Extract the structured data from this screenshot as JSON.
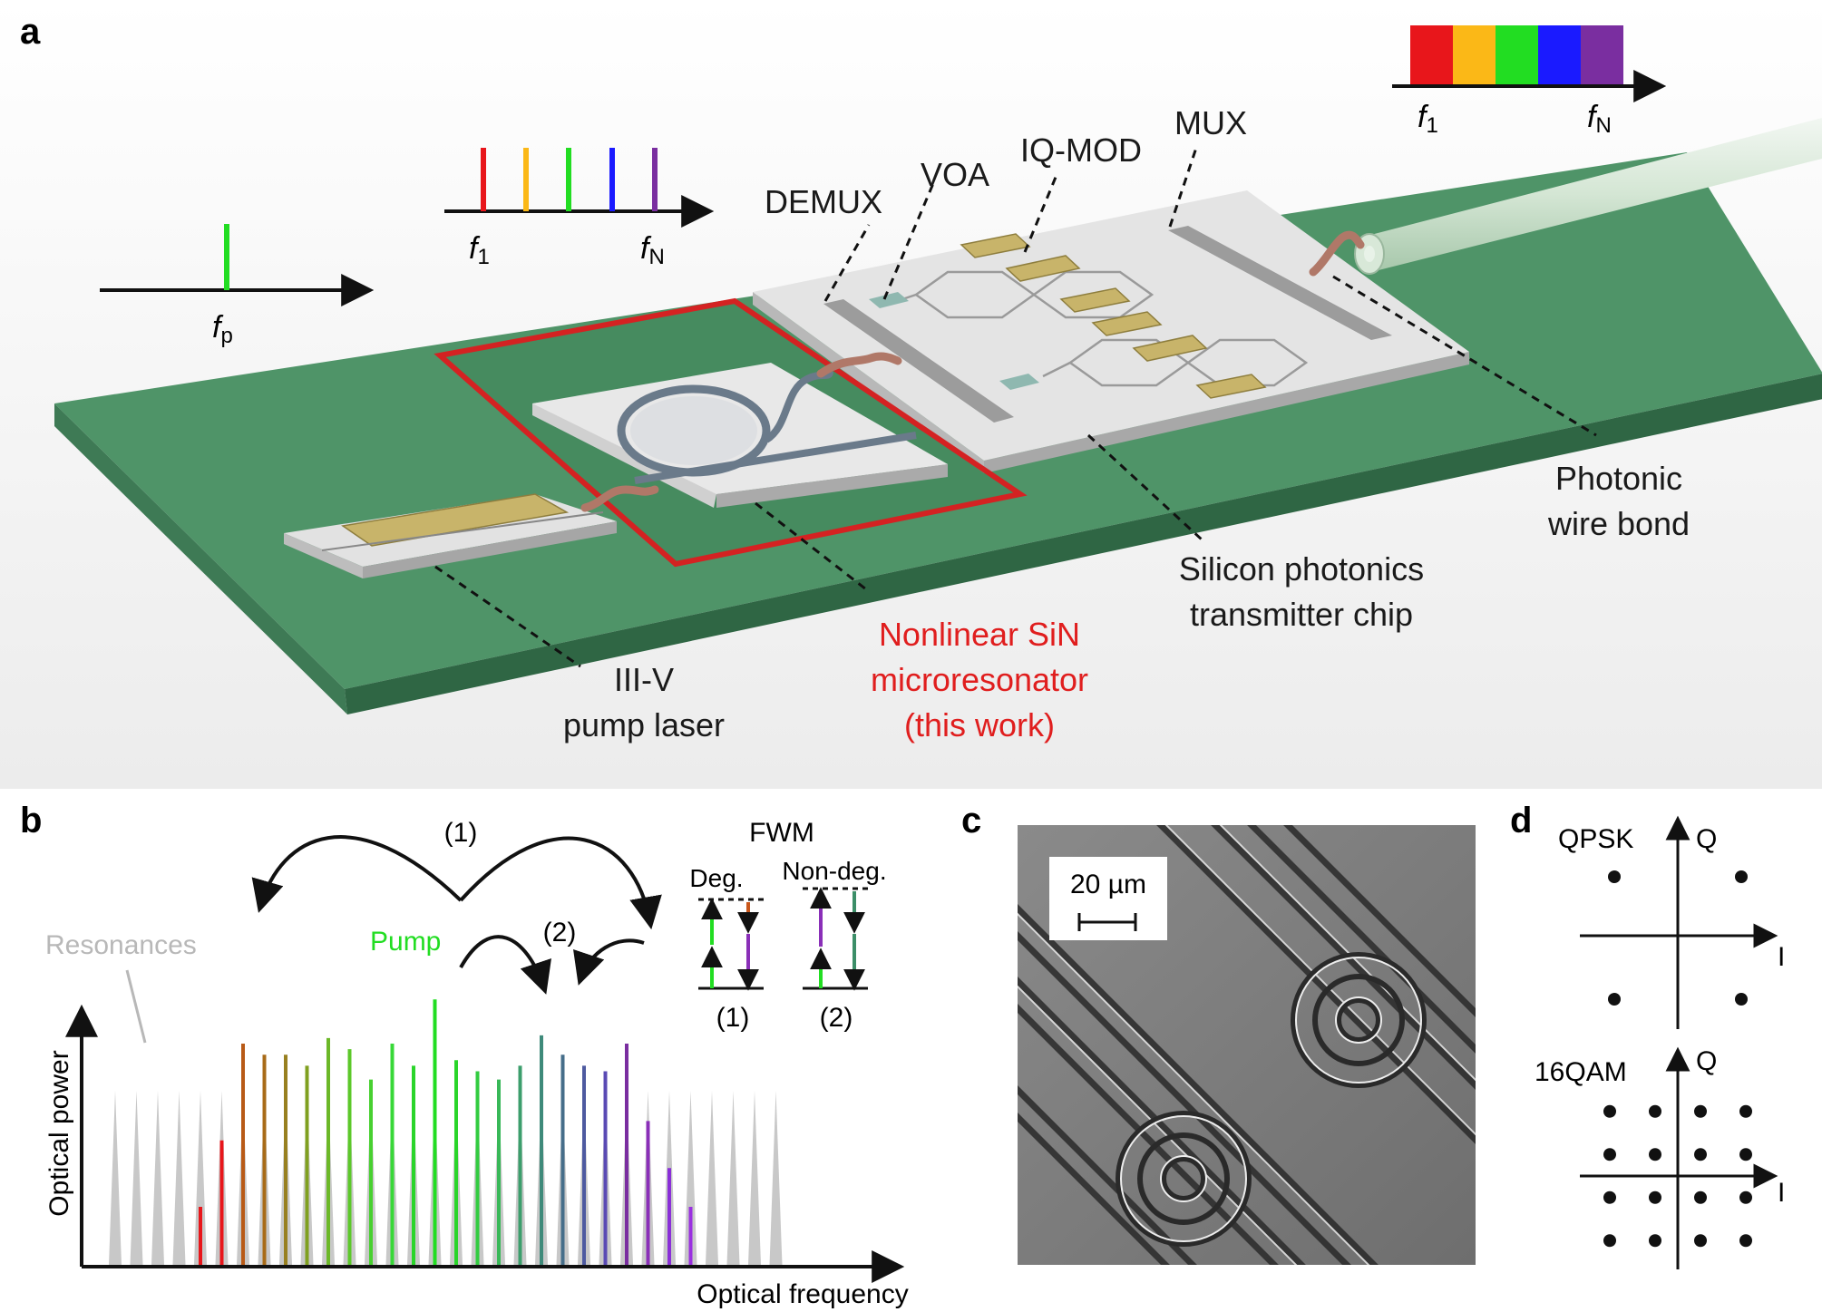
{
  "panel_letters": {
    "a": "a",
    "b": "b",
    "c": "c",
    "d": "d"
  },
  "panel_a": {
    "pump_spectrum_label": "f",
    "pump_spectrum_sub": "p",
    "comb_label_1": "f",
    "comb_label_1_sub": "1",
    "comb_label_N": "f",
    "comb_label_N_sub": "N",
    "out_label_1": "f",
    "out_label_1_sub": "1",
    "out_label_N": "f",
    "out_label_N_sub": "N",
    "demux": "DEMUX",
    "voa": "VOA",
    "iq_mod": "IQ-MOD",
    "mux": "MUX",
    "photonic_wire_bond_1": "Photonic",
    "photonic_wire_bond_2": "wire bond",
    "si_chip_1": "Silicon photonics",
    "si_chip_2": "transmitter chip",
    "sin_1": "Nonlinear SiN",
    "sin_2": "microresonator",
    "sin_3": "(this work)",
    "pump_laser_1": "III-V",
    "pump_laser_2": "pump laser",
    "comb_colors": [
      "#e8161b",
      "#fbb817",
      "#22dd22",
      "#1a1aff",
      "#7a2ea0"
    ],
    "substrate_color": "#4f9468",
    "highlight_color": "#d42222"
  },
  "panel_b": {
    "resonances": "Resonances",
    "pump": "Pump",
    "arc_1": "(1)",
    "arc_2": "(2)",
    "fwm": "FWM",
    "deg": "Deg.",
    "non_deg": "Non-deg.",
    "fwm_1": "(1)",
    "fwm_2": "(2)",
    "ylabel": "Optical power",
    "xlabel": "Optical frequency",
    "resonance_color": "#c8c8c8",
    "pump_color": "#22dd22",
    "line_heights": [
      0.63,
      0.63,
      0.63,
      0.63,
      0.21,
      0.45,
      0.8,
      0.76,
      0.76,
      0.72,
      0.82,
      0.78,
      0.67,
      0.8,
      0.72,
      0.96,
      0.74,
      0.7,
      0.67,
      0.72,
      0.83,
      0.76,
      0.72,
      0.7,
      0.8,
      0.52,
      0.35,
      0.21,
      0.63,
      0.63,
      0.63,
      0.63
    ],
    "line_colors": [
      "#c8c8c8",
      "#c8c8c8",
      "#c8c8c8",
      "#c8c8c8",
      "#e8161b",
      "#e8161b",
      "#b85a17",
      "#a86b18",
      "#988020",
      "#80a020",
      "#6cb828",
      "#5cc82a",
      "#48d030",
      "#38d838",
      "#2ad52a",
      "#22dd22",
      "#2ad52a",
      "#32cc40",
      "#38b858",
      "#3c9e6c",
      "#3f8a7a",
      "#466e8a",
      "#4e5aa0",
      "#5a4ab4",
      "#7a2ea0",
      "#8a2fb8",
      "#8a2fd8",
      "#9a30e0",
      "#c8c8c8",
      "#c8c8c8",
      "#c8c8c8",
      "#c8c8c8"
    ]
  },
  "panel_c": {
    "scale_bar": "20 µm"
  },
  "panel_d": {
    "qpsk": "QPSK",
    "qam": "16QAM",
    "q_label_1": "Q",
    "i_label_1": "I",
    "q_label_2": "Q",
    "i_label_2": "I"
  }
}
